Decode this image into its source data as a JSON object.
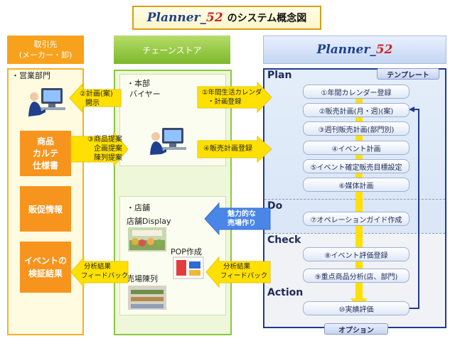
{
  "title": {
    "brand_main": "Planner_",
    "brand_num": "52",
    "suffix": "のシステム概念図"
  },
  "headers": {
    "left_line1": "取引先",
    "left_line2": "(メーカー・卸)",
    "middle": "チェーンストア",
    "right_brand_main": "Planner_",
    "right_brand_num": "52"
  },
  "left": {
    "sales_dept": "・営業部門",
    "product_l1": "商品",
    "product_l2": "カルテ",
    "product_l3": "仕様書",
    "promo": "販促情報",
    "event_l1": "イベントの",
    "event_l2": "検証結果"
  },
  "middle": {
    "hq_l1": "・本部",
    "hq_l2": "バイヤー",
    "store": "・店舗",
    "store_display": "店舗Display",
    "pop": "POP作成",
    "floor": "売場陳列"
  },
  "arrows": {
    "plan_case_l1": "②計画(案)",
    "plan_case_l2": "開示",
    "proposal_l1": "③商品提案",
    "proposal_l2": "企画提案",
    "proposal_l3": "陳列提案",
    "calendar_l1": "①年間生活カレンダ",
    "calendar_l2": "・計画登録",
    "sales_plan": "④販売計画登録",
    "attractive_l1": "魅力的な",
    "attractive_l2": "売場作り",
    "analysis_right_l1": "分析結果",
    "analysis_right_l2": "フィードバック",
    "analysis_left_l1": "分析結果",
    "analysis_left_l2": "フィードバック"
  },
  "right": {
    "template_tag": "テンプレート",
    "option_tag": "オプション",
    "phases": {
      "plan": "Plan",
      "do": "Do",
      "check": "Check",
      "action": "Action"
    },
    "steps": [
      "①年間カレンダー登録",
      "②販売計画(月・週)(案)",
      "③週刊販売計画(部門別)",
      "④イベント計画",
      "⑤イベント確定販売目標設定",
      "⑥媒体計画",
      "⑦オペレーションガイド作成",
      "⑧イベント評価登録",
      "⑨重点商品分析(店、部門)",
      "⑩実績評価"
    ]
  },
  "colors": {
    "orange": "#f7941d",
    "green": "#8cc63f",
    "navy": "#1f3a93",
    "arrow_yellow": "#ffe000",
    "arrow_blue": "#4a86e8",
    "brand_red": "#c62828"
  }
}
